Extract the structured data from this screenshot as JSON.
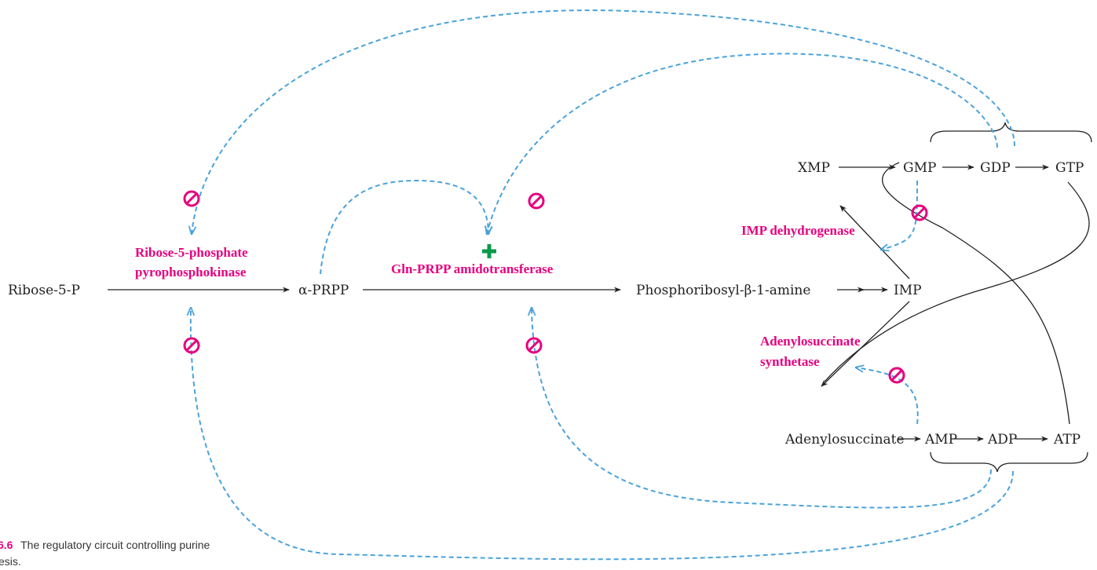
{
  "colors": {
    "enzyme": "#e6007e",
    "feedback": "#4aa3db",
    "activation": "#0a9a48",
    "inhibition": "#e6007e",
    "main_arrow": "#222222"
  },
  "metabolites": {
    "ribose5p": "Ribose-5-P",
    "prpp": "α-PRPP",
    "amine": "Phosphoribosyl-β-1-amine",
    "imp": "IMP",
    "xmp": "XMP",
    "gmp": "GMP",
    "gdp": "GDP",
    "gtp": "GTP",
    "adenylosuccinate": "Adenylosuccinate",
    "amp": "AMP",
    "adp": "ADP",
    "atp": "ATP"
  },
  "enzymes": {
    "prpp_synthetase_line1": "Ribose-5-phosphate",
    "prpp_synthetase_line2": "pyrophosphokinase",
    "amidotransferase": "Gln-PRPP amidotransferase",
    "imp_dehydrogenase": "IMP dehydrogenase",
    "adenylosuccinate_synthetase_line1": "Adenylosuccinate",
    "adenylosuccinate_synthetase_line2": "synthetase"
  },
  "symbols": {
    "inhibit_icon": "inhibition-symbol",
    "activate_icon": "plus-symbol"
  },
  "caption": {
    "label": "6.6",
    "text_line1": "The regulatory circuit controlling purine",
    "text_line2": "esis."
  }
}
